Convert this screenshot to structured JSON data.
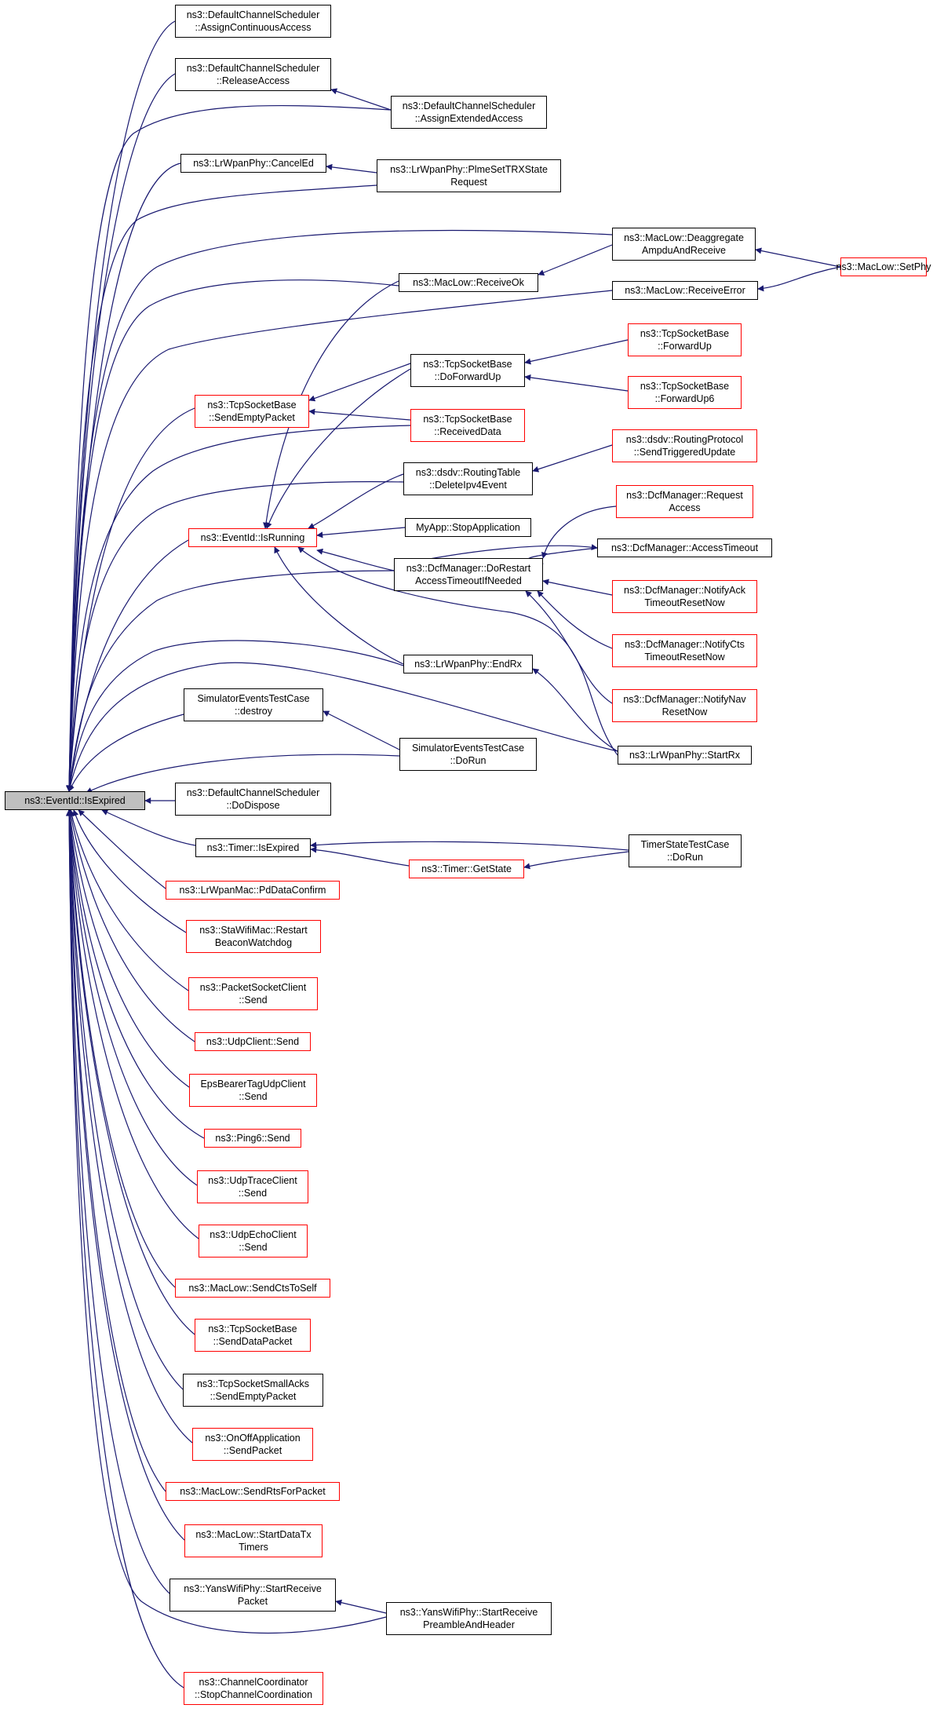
{
  "colors": {
    "edge": "#191970",
    "border_default": "#000000",
    "border_red": "#ff0000",
    "root_fill": "#bfbfbf"
  },
  "nodes": [
    {
      "id": "root",
      "label": "ns3::EventId::IsExpired",
      "border": "black",
      "fill": "gray"
    },
    {
      "id": "n1",
      "label": "ns3::DefaultChannelScheduler\n::AssignContinuousAccess",
      "border": "black"
    },
    {
      "id": "n2",
      "label": "ns3::DefaultChannelScheduler\n::ReleaseAccess",
      "border": "black"
    },
    {
      "id": "n3",
      "label": "ns3::DefaultChannelScheduler\n::AssignExtendedAccess",
      "border": "black"
    },
    {
      "id": "n4",
      "label": "ns3::LrWpanPhy::CancelEd",
      "border": "black"
    },
    {
      "id": "n5",
      "label": "ns3::LrWpanPhy::PlmeSetTRXState\nRequest",
      "border": "black"
    },
    {
      "id": "n6",
      "label": "ns3::MacLow::Deaggregate\nAmpduAndReceive",
      "border": "black"
    },
    {
      "id": "n7",
      "label": "ns3::MacLow::SetPhy",
      "border": "red"
    },
    {
      "id": "n8",
      "label": "ns3::MacLow::ReceiveOk",
      "border": "black"
    },
    {
      "id": "n9",
      "label": "ns3::MacLow::ReceiveError",
      "border": "black"
    },
    {
      "id": "n10",
      "label": "ns3::TcpSocketBase\n::ForwardUp",
      "border": "red"
    },
    {
      "id": "n11",
      "label": "ns3::TcpSocketBase\n::DoForwardUp",
      "border": "black"
    },
    {
      "id": "n12",
      "label": "ns3::TcpSocketBase\n::ForwardUp6",
      "border": "red"
    },
    {
      "id": "n13",
      "label": "ns3::TcpSocketBase\n::SendEmptyPacket",
      "border": "red"
    },
    {
      "id": "n14",
      "label": "ns3::TcpSocketBase\n::ReceivedData",
      "border": "red"
    },
    {
      "id": "n15",
      "label": "ns3::dsdv::RoutingProtocol\n::SendTriggeredUpdate",
      "border": "red"
    },
    {
      "id": "n16",
      "label": "ns3::dsdv::RoutingTable\n::DeleteIpv4Event",
      "border": "black"
    },
    {
      "id": "n17",
      "label": "ns3::DcfManager::Request\nAccess",
      "border": "red"
    },
    {
      "id": "n18",
      "label": "ns3::EventId::IsRunning",
      "border": "red"
    },
    {
      "id": "n19",
      "label": "MyApp::StopApplication",
      "border": "black"
    },
    {
      "id": "n20",
      "label": "ns3::DcfManager::AccessTimeout",
      "border": "black"
    },
    {
      "id": "n21",
      "label": "ns3::DcfManager::DoRestart\nAccessTimeoutIfNeeded",
      "border": "black"
    },
    {
      "id": "n22",
      "label": "ns3::DcfManager::NotifyAck\nTimeoutResetNow",
      "border": "red"
    },
    {
      "id": "n23",
      "label": "ns3::DcfManager::NotifyCts\nTimeoutResetNow",
      "border": "red"
    },
    {
      "id": "n24",
      "label": "ns3::LrWpanPhy::EndRx",
      "border": "black"
    },
    {
      "id": "n25",
      "label": "ns3::DcfManager::NotifyNav\nResetNow",
      "border": "red"
    },
    {
      "id": "n26",
      "label": "SimulatorEventsTestCase\n::destroy",
      "border": "black"
    },
    {
      "id": "n27",
      "label": "SimulatorEventsTestCase\n::DoRun",
      "border": "black"
    },
    {
      "id": "n28",
      "label": "ns3::LrWpanPhy::StartRx",
      "border": "black"
    },
    {
      "id": "n29",
      "label": "ns3::DefaultChannelScheduler\n::DoDispose",
      "border": "black"
    },
    {
      "id": "n30",
      "label": "ns3::Timer::IsExpired",
      "border": "black"
    },
    {
      "id": "n31",
      "label": "TimerStateTestCase\n::DoRun",
      "border": "black"
    },
    {
      "id": "n32",
      "label": "ns3::Timer::GetState",
      "border": "red"
    },
    {
      "id": "n33",
      "label": "ns3::LrWpanMac::PdDataConfirm",
      "border": "red"
    },
    {
      "id": "n34",
      "label": "ns3::StaWifiMac::Restart\nBeaconWatchdog",
      "border": "red"
    },
    {
      "id": "n35",
      "label": "ns3::PacketSocketClient\n::Send",
      "border": "red"
    },
    {
      "id": "n36",
      "label": "ns3::UdpClient::Send",
      "border": "red"
    },
    {
      "id": "n37",
      "label": "EpsBearerTagUdpClient\n::Send",
      "border": "red"
    },
    {
      "id": "n38",
      "label": "ns3::Ping6::Send",
      "border": "red"
    },
    {
      "id": "n39",
      "label": "ns3::UdpTraceClient\n::Send",
      "border": "red"
    },
    {
      "id": "n40",
      "label": "ns3::UdpEchoClient\n::Send",
      "border": "red"
    },
    {
      "id": "n41",
      "label": "ns3::MacLow::SendCtsToSelf",
      "border": "red"
    },
    {
      "id": "n42",
      "label": "ns3::TcpSocketBase\n::SendDataPacket",
      "border": "red"
    },
    {
      "id": "n43",
      "label": "ns3::TcpSocketSmallAcks\n::SendEmptyPacket",
      "border": "black"
    },
    {
      "id": "n44",
      "label": "ns3::OnOffApplication\n::SendPacket",
      "border": "red"
    },
    {
      "id": "n45",
      "label": "ns3::MacLow::SendRtsForPacket",
      "border": "red"
    },
    {
      "id": "n46",
      "label": "ns3::MacLow::StartDataTx\nTimers",
      "border": "red"
    },
    {
      "id": "n47",
      "label": "ns3::YansWifiPhy::StartReceive\nPacket",
      "border": "black"
    },
    {
      "id": "n48",
      "label": "ns3::YansWifiPhy::StartReceive\nPreambleAndHeader",
      "border": "black"
    },
    {
      "id": "n49",
      "label": "ns3::ChannelCoordinator\n::StopChannelCoordination",
      "border": "red"
    }
  ]
}
